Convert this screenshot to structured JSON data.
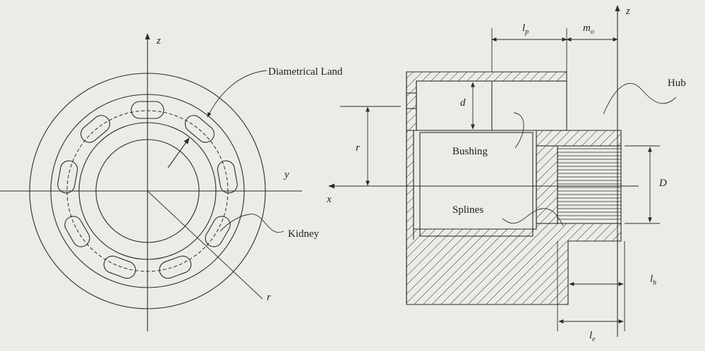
{
  "end_view": {
    "axis_z": "z",
    "axis_y": "y",
    "label_diametrical_land": "Diametrical Land",
    "label_kidney": "Kidney",
    "label_r": "r"
  },
  "section_view": {
    "axis_z": "z",
    "axis_x": "x",
    "label_hub": "Hub",
    "label_bushing": "Bushing",
    "label_splines": "Splines",
    "dim_l": "l",
    "dim_l_p_sub": "p",
    "dim_m": "m",
    "dim_m_o_sub": "o",
    "dim_d": "d",
    "dim_r": "r",
    "dim_D": "D",
    "dim_l_h_sub": "h",
    "dim_l_e_sub": "e"
  }
}
